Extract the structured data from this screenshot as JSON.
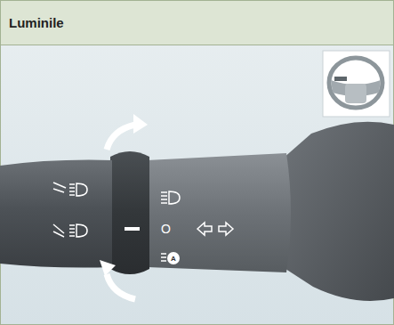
{
  "diagram": {
    "title": "Luminile",
    "labels": [
      "O",
      "A"
    ]
  }
}
